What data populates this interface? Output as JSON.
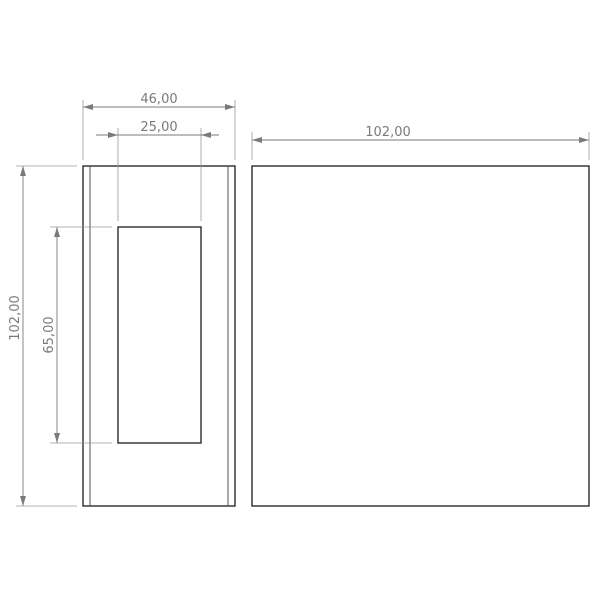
{
  "dimensions": {
    "side_view_width": "46,00",
    "opening_width": "25,00",
    "front_view_width": "102,00",
    "overall_height": "102,00",
    "opening_height": "65,00"
  }
}
